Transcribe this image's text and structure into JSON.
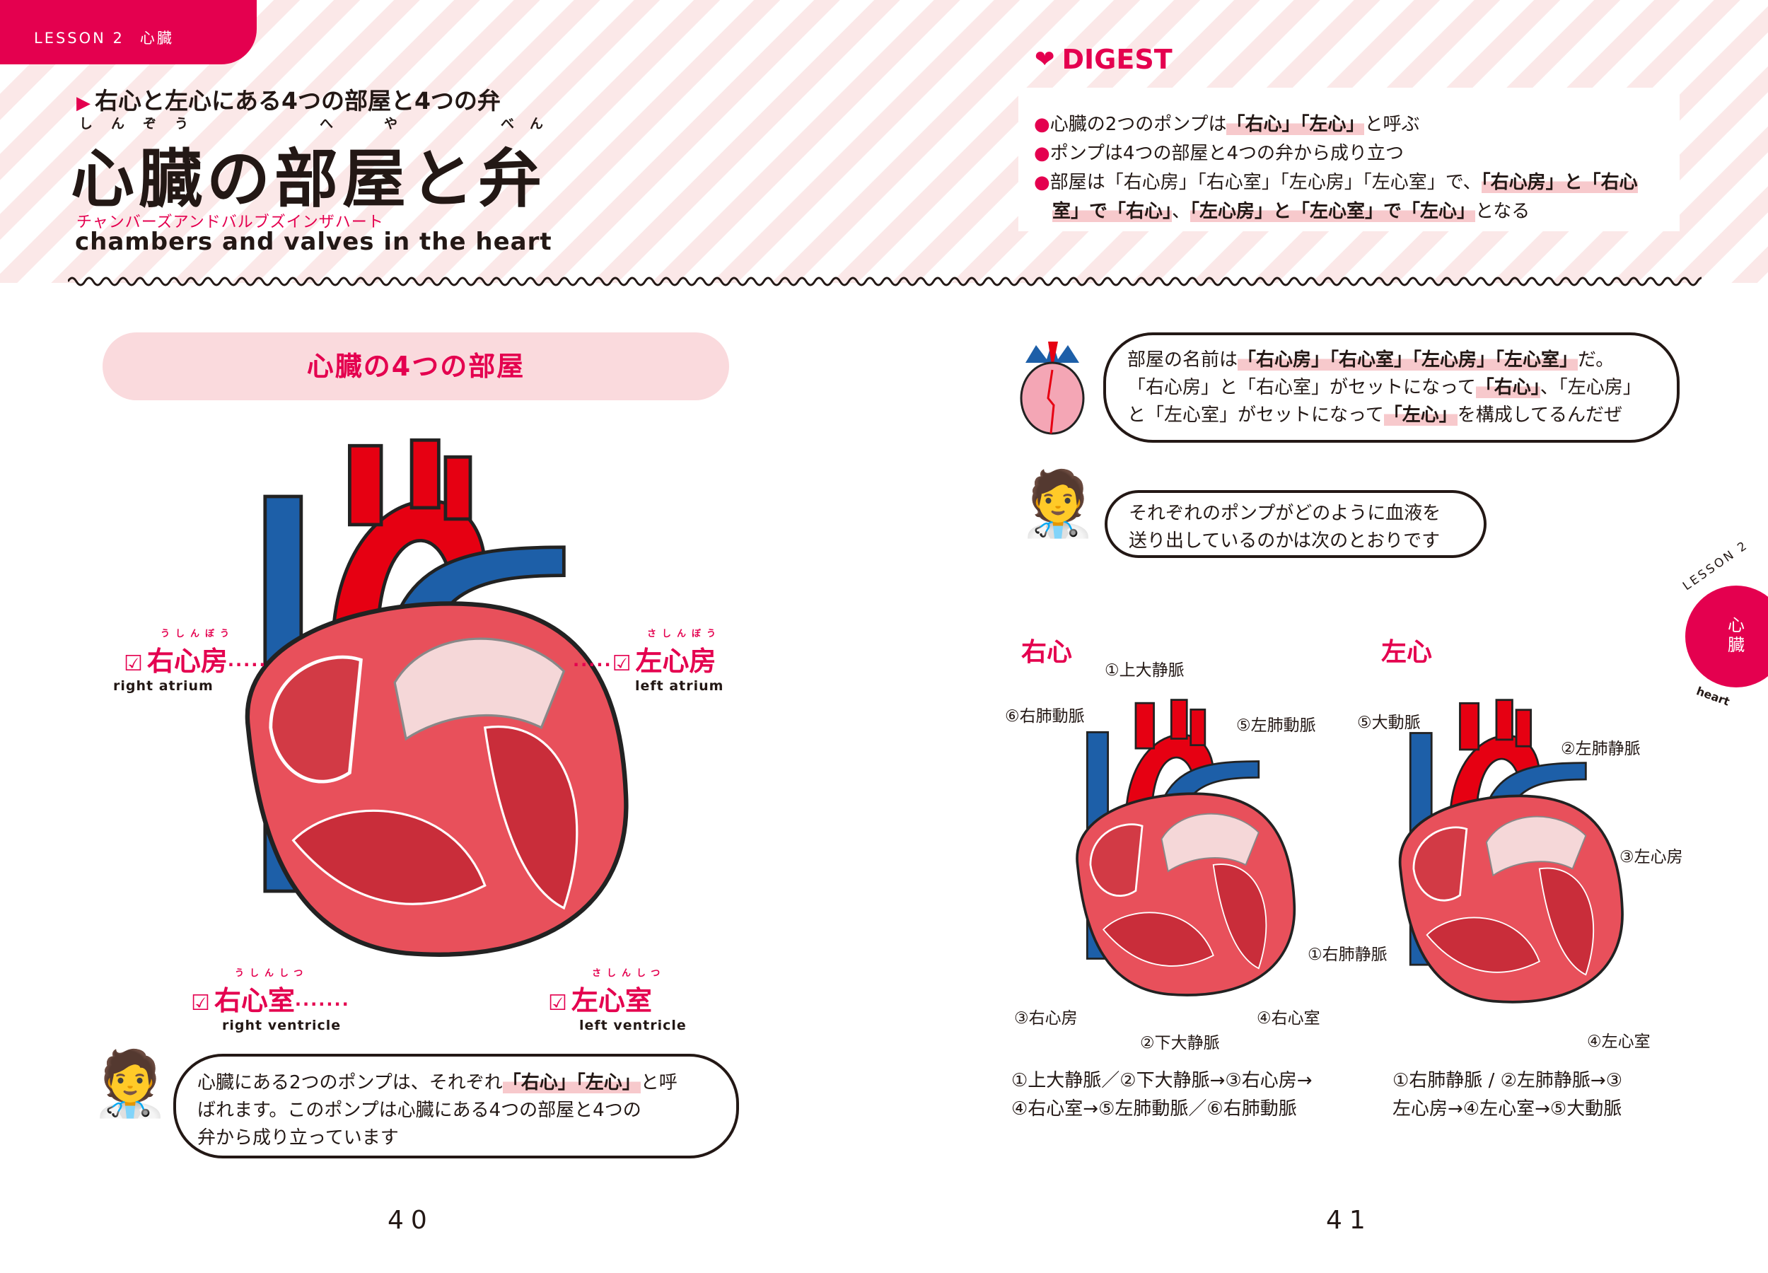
{
  "header": {
    "lesson": "LESSON 2",
    "lesson_topic": "心臓",
    "subtitle": "右心と左心にある4つの部屋と4つの弁",
    "furigana": [
      "しんぞう",
      "へや",
      "べん"
    ],
    "title": "心臓の部屋と弁",
    "katakana": "チャンバーズアンドバルブズインザハート",
    "english": "chambers and valves in the heart"
  },
  "digest": {
    "heading": "DIGEST",
    "lines": [
      [
        {
          "t": "心臓の2つのポンプは"
        },
        {
          "t": "「右心」「左心」",
          "hl": true
        },
        {
          "t": "と呼ぶ"
        }
      ],
      [
        {
          "t": "ポンプは4つの部屋と4つの弁から成り立つ"
        }
      ],
      [
        {
          "t": "部屋は「右心房」「右心室」「左心房」「左心室」で、"
        },
        {
          "t": "「右心房」と「右心",
          "hl": true
        }
      ],
      [
        {
          "t": "室」で「右心」",
          "hl": true
        },
        {
          "t": "、"
        },
        {
          "t": "「左心房」と「左心室」で「左心」",
          "hl": true
        },
        {
          "t": "となる"
        }
      ]
    ]
  },
  "left": {
    "section_title": "心臓の4つの部屋",
    "labels": {
      "ra": {
        "furi": "うしんぼう",
        "jp": "右心房",
        "en": "right atrium"
      },
      "la": {
        "furi": "さしんぼう",
        "jp": "左心房",
        "en": "left atrium"
      },
      "rv": {
        "furi": "うしんしつ",
        "jp": "右心室",
        "en": "right ventricle"
      },
      "lv": {
        "furi": "さしんしつ",
        "jp": "左心室",
        "en": "left ventricle"
      }
    },
    "bubble": [
      [
        {
          "t": "心臓にある2つのポンプは、それぞれ"
        },
        {
          "t": "「右心」「左心」",
          "hl": true
        },
        {
          "t": "と呼"
        }
      ],
      [
        {
          "t": "ばれます。このポンプは心臓にある4つの部屋と4つの"
        }
      ],
      [
        {
          "t": "弁から成り立っています"
        }
      ]
    ],
    "page_number": "40"
  },
  "right": {
    "bubble1": [
      [
        {
          "t": "部屋の名前は"
        },
        {
          "t": "「右心房」「右心室」「左心房」「左心室」",
          "hl": true
        },
        {
          "t": "だ。"
        }
      ],
      [
        {
          "t": "「右心房」と「右心室」がセットになって"
        },
        {
          "t": "「右心」",
          "hl": true
        },
        {
          "t": "、「左心房」"
        }
      ],
      [
        {
          "t": "と「左心室」がセットになって"
        },
        {
          "t": "「左心」",
          "hl": true
        },
        {
          "t": "を構成してるんだぜ"
        }
      ]
    ],
    "bubble2": [
      [
        {
          "t": "それぞれのポンプがどのように血液を"
        }
      ],
      [
        {
          "t": "送り出しているのかは次のとおりです"
        }
      ]
    ],
    "right_heart": {
      "title": "右心",
      "labels": [
        "①上大静脈",
        "⑥右肺動脈",
        "⑤左肺動脈",
        "③右心房",
        "②下大静脈",
        "④右心室"
      ],
      "flow": [
        "①上大静脈／②下大静脈→③右心房→",
        "④右心室→⑤左肺動脈／⑥右肺動脈"
      ]
    },
    "left_heart": {
      "title": "左心",
      "labels": [
        "⑤大動脈",
        "②左肺静脈",
        "③左心房",
        "①右肺静脈",
        "④左心室"
      ],
      "flow": [
        "①右肺静脈 / ②左肺静脈→③",
        "左心房→④左心室→⑤大動脈"
      ]
    },
    "side_tab": {
      "lesson": "LESSON 2",
      "topic": "心臓",
      "en": "heart"
    },
    "page_number": "41"
  },
  "colors": {
    "accent": "#e4004f",
    "highlight": "#f7c9cc",
    "stripe": "#fbe8e8",
    "artery": "#e60012",
    "vein": "#1d5fa8"
  }
}
